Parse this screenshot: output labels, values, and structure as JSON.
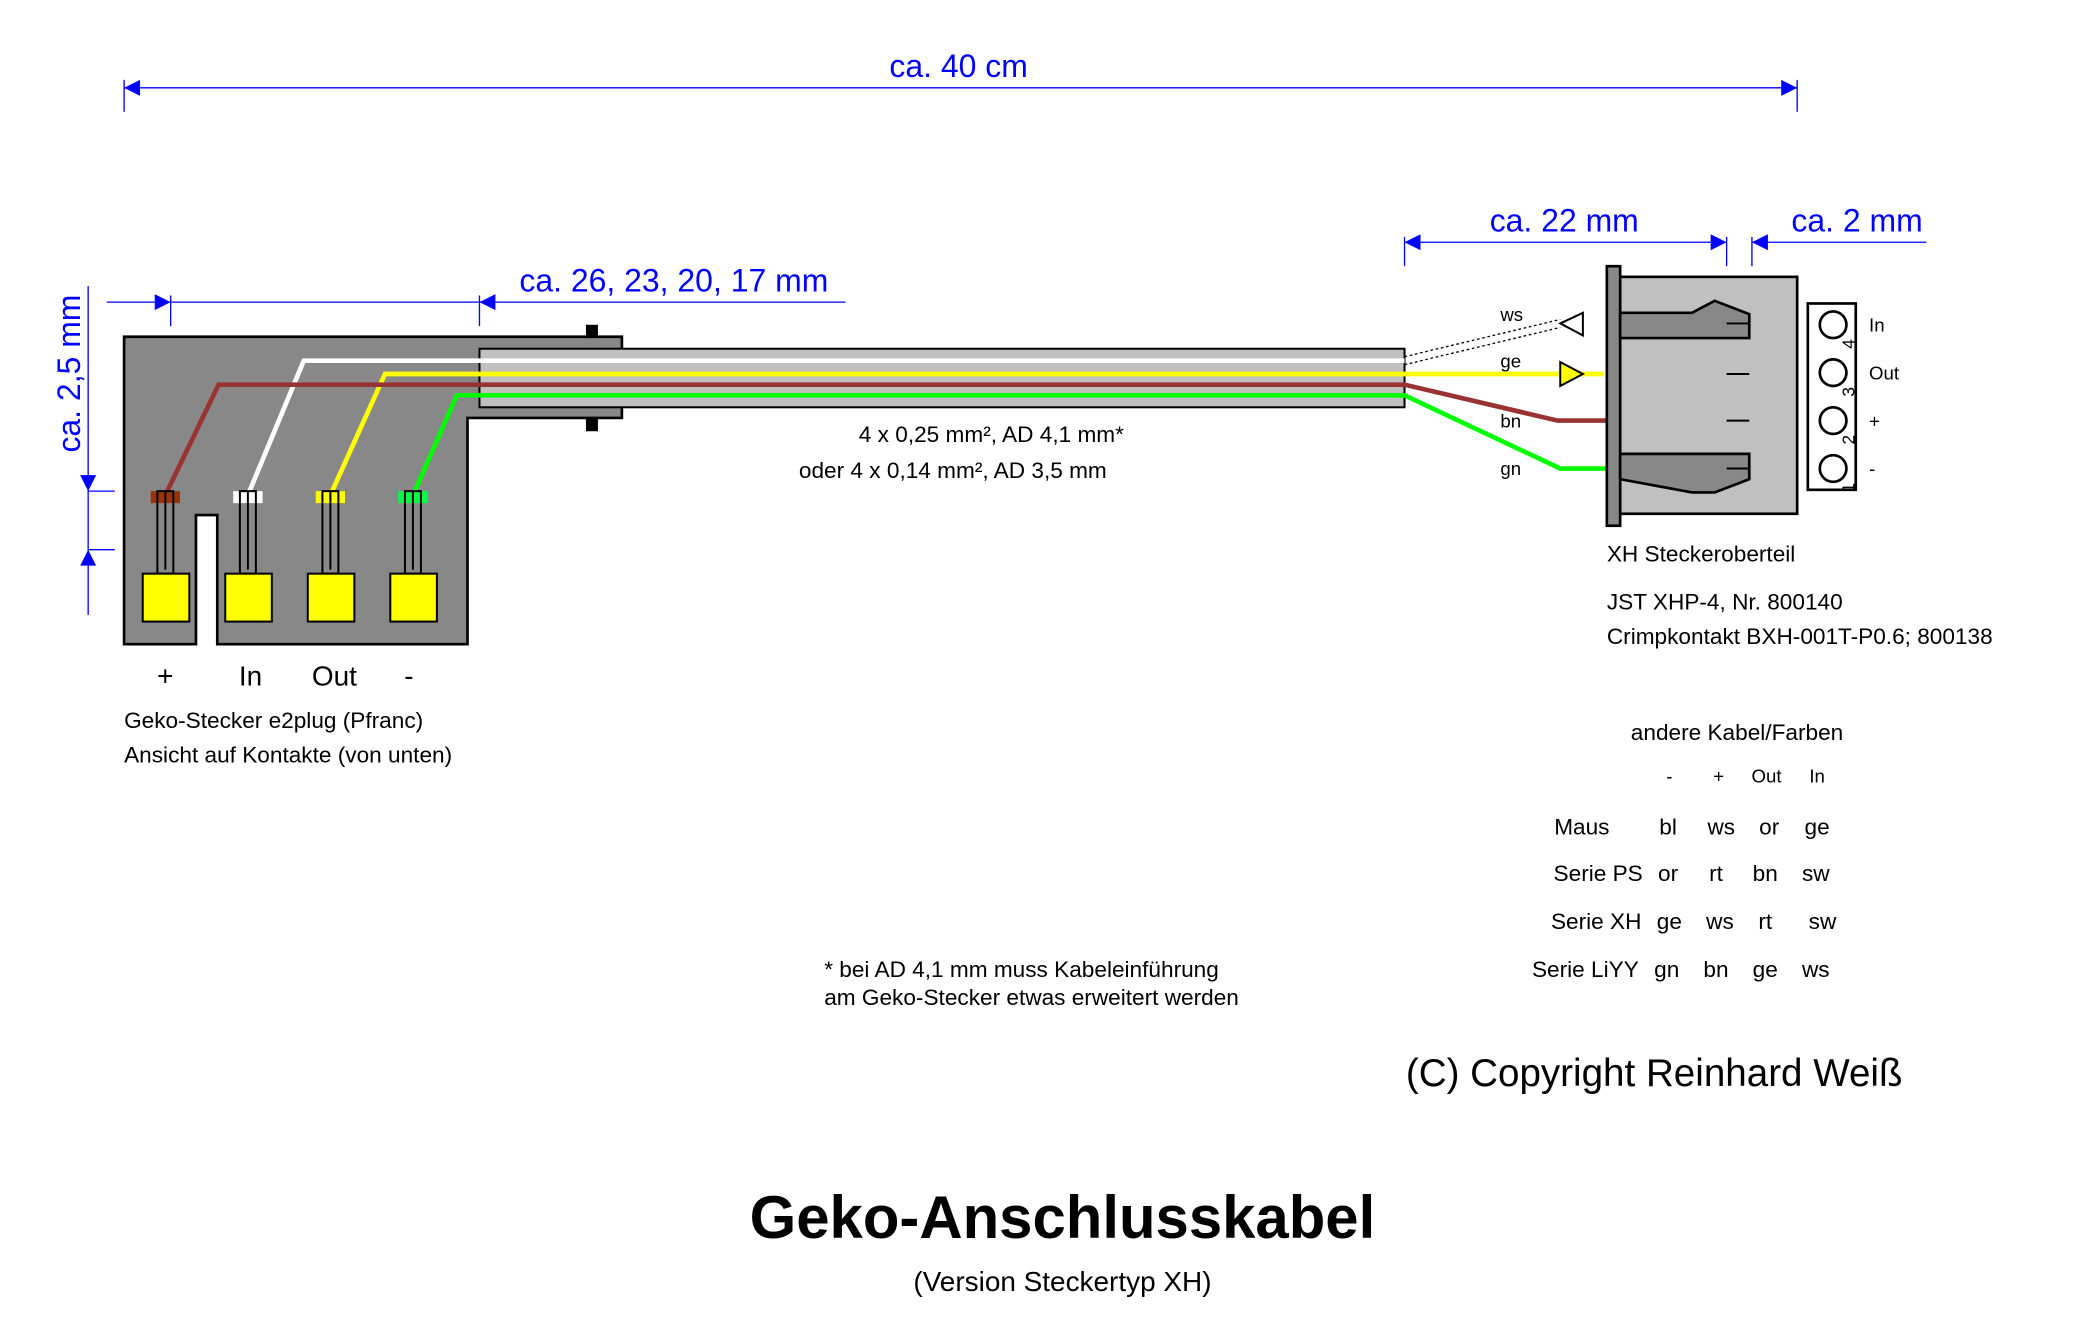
{
  "dimensions": {
    "total_length": "ca. 40 cm",
    "strip_lengths": "ca. 26, 23, 20, 17 mm",
    "thickness": "ca. 2,5 mm",
    "xh_length": "ca. 22 mm",
    "xh_gap": "ca. 2 mm"
  },
  "cable": {
    "spec1": "4 x 0,25 mm², AD 4,1 mm*",
    "spec2": "oder 4 x 0,14 mm², AD 3,5 mm"
  },
  "wire_labels": [
    "ws",
    "ge",
    "bn",
    "gn"
  ],
  "geko": {
    "pin_labels": [
      "+",
      "In",
      "Out",
      "-"
    ],
    "caption1": "Geko-Stecker e2plug (Pfranc)",
    "caption2": "Ansicht auf Kontakte (von unten)"
  },
  "xh": {
    "pin_labels": [
      "In",
      "Out",
      "+",
      "-"
    ],
    "pin_numbers": [
      "4",
      "3",
      "2",
      "1"
    ],
    "caption1": "XH Steckeroberteil",
    "caption2": "JST XHP-4, Nr. 800140",
    "caption3": "Crimpkontakt BXH-001T-P0.6; 800138"
  },
  "other_cables": {
    "title": "andere Kabel/Farben",
    "headers": [
      "-",
      "+",
      "Out",
      "In"
    ],
    "rows": [
      {
        "name": "Maus",
        "values": [
          "bl",
          "ws",
          "or",
          "ge"
        ]
      },
      {
        "name": "Serie PS",
        "values": [
          "or",
          "rt",
          "bn",
          "sw"
        ]
      },
      {
        "name": "Serie XH",
        "values": [
          "ge",
          "ws",
          "rt",
          "sw"
        ]
      },
      {
        "name": "Serie LiYY",
        "values": [
          "gn",
          "bn",
          "ge",
          "ws"
        ]
      }
    ]
  },
  "footnote1": "* bei AD 4,1 mm muss Kabeleinführung",
  "footnote2": "am Geko-Stecker etwas erweitert werden",
  "copyright": "(C) Copyright Reinhard Weiß",
  "title": "Geko-Anschlusskabel",
  "subtitle": "(Version Steckertyp XH)",
  "colors": {
    "dimension": "#0000ff",
    "white": "#ffffff",
    "yellow": "#ffff00",
    "brown": "#993333",
    "green": "#00ff00",
    "connector": "#888888",
    "jacket": "#c0c0c0"
  }
}
